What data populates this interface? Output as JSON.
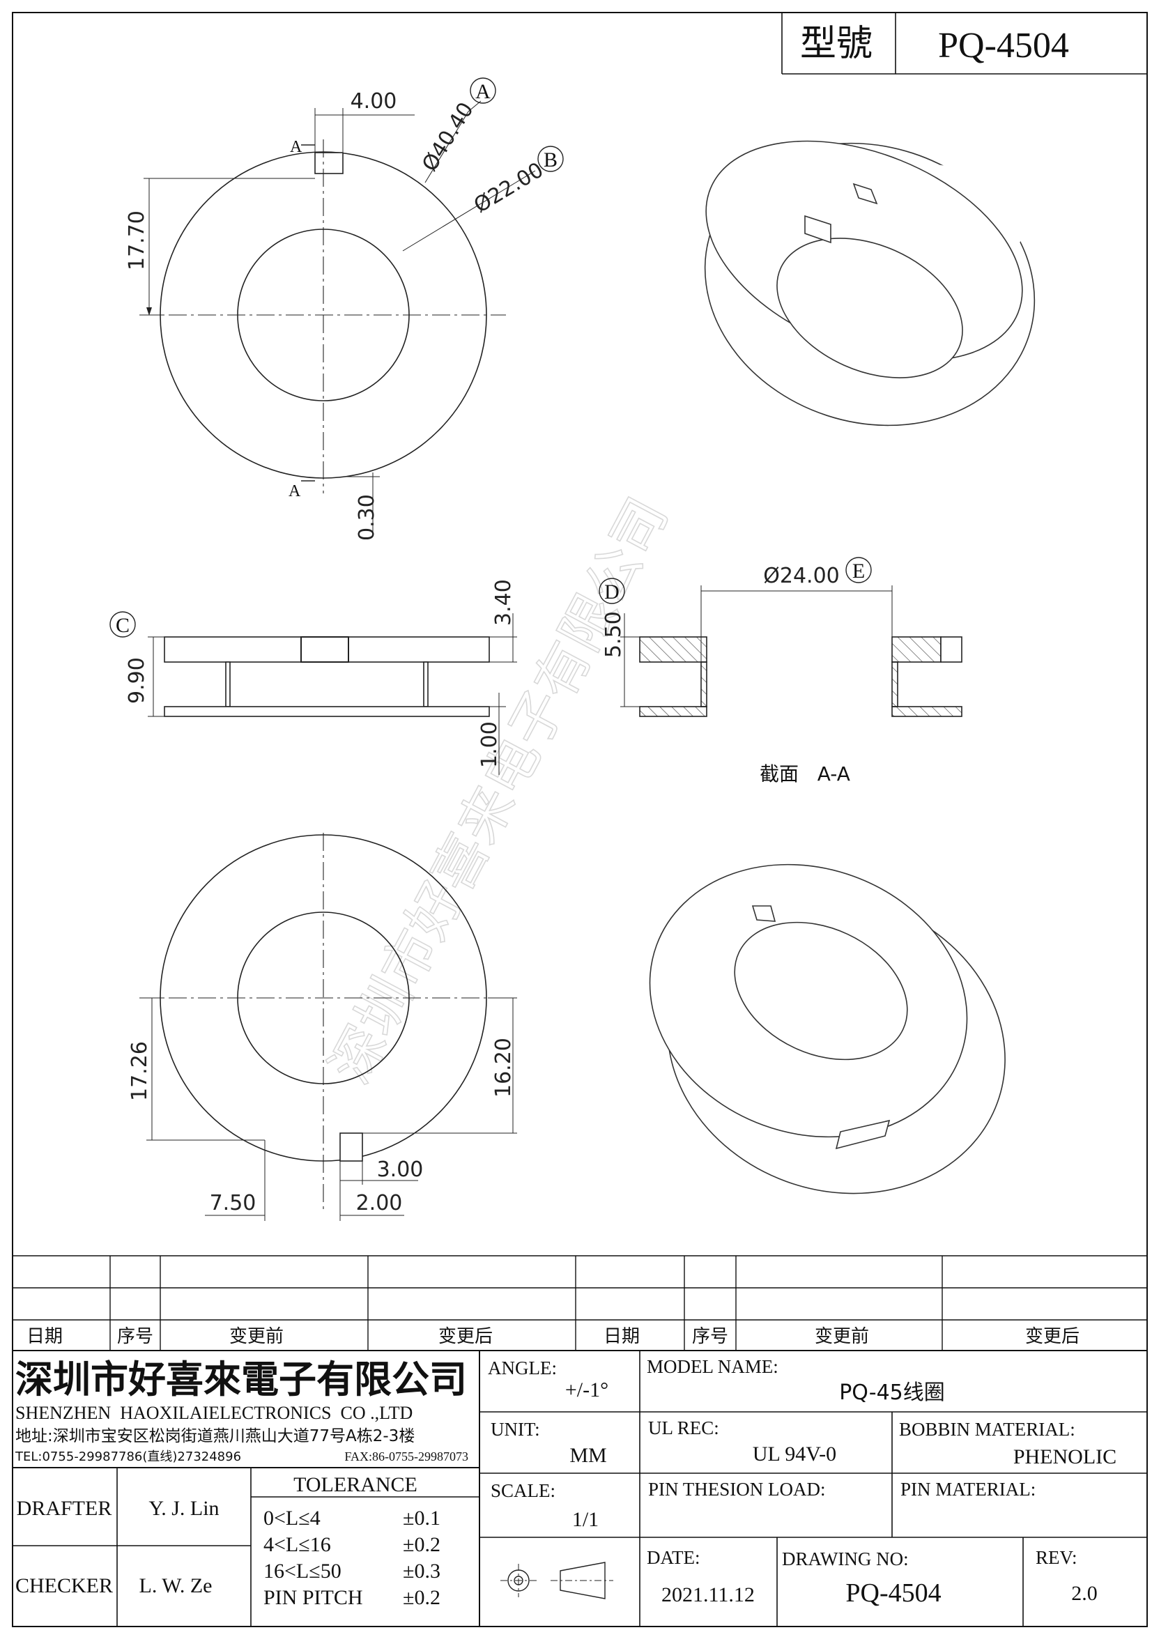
{
  "header": {
    "model_label": "型號",
    "model_value": "PQ-4504"
  },
  "watermark": "深圳市好喜来电子有限公司",
  "views": {
    "top": {
      "callout_a": "A",
      "callout_b": "B",
      "dim_slot_width": "4.00",
      "dim_outer_dia": "Ø40.40",
      "dim_inner_dia": "Ø22.00",
      "dim_slot_depth": "17.70",
      "dim_offset": "0.30",
      "section_label_top": "A",
      "section_label_bottom": "A"
    },
    "side": {
      "callout": "C",
      "dim_height": "9.90",
      "dim_flange_top": "3.40",
      "dim_flange_bottom": "1.00"
    },
    "section": {
      "callout_d": "D",
      "callout_e": "E",
      "dim_bore": "Ø24.00",
      "dim_depth": "5.50",
      "caption": "截面   A-A"
    },
    "bottom": {
      "dim_left_height": "17.26",
      "dim_right_height": "16.20",
      "dim_slot_depth": "3.00",
      "dim_offset": "7.50",
      "dim_slot_width": "2.00"
    }
  },
  "revision_table": {
    "headers": [
      "日期",
      "序号",
      "变更前",
      "变更后",
      "日期",
      "序号",
      "变更前",
      "变更后"
    ]
  },
  "title_block": {
    "company_cn": "深圳市好喜來電子有限公司",
    "company_en": "SHENZHEN  HAOXILAIELECTRONICS  CO .,LTD",
    "address": "地址:深圳市宝安区松岗街道燕川燕山大道77号A栋2-3楼",
    "tel": "TEL:0755-29987786(直线)27324896",
    "fax": "FAX:86-0755-29987073",
    "drafter_label": "DRAFTER",
    "drafter_value": "Y. J. Lin",
    "checker_label": "CHECKER",
    "checker_value": "L. W. Ze",
    "tolerance_title": "TOLERANCE",
    "tolerance_rows": [
      {
        "range": "0<L≤4",
        "value": "±0.1"
      },
      {
        "range": "4<L≤16",
        "value": "±0.2"
      },
      {
        "range": "16<L≤50",
        "value": "±0.3"
      },
      {
        "range": "PIN PITCH",
        "value": "±0.2"
      }
    ],
    "angle_label": "ANGLE:",
    "angle_value": "+/-1°",
    "unit_label": "UNIT:",
    "unit_value": "MM",
    "scale_label": "SCALE:",
    "scale_value": "1/1",
    "model_name_label": "MODEL NAME:",
    "model_name_value": "PQ-45线圈",
    "ul_rec_label": "UL REC:",
    "ul_rec_value": "UL 94V-0",
    "bobbin_material_label": "BOBBIN MATERIAL:",
    "bobbin_material_value": "PHENOLIC",
    "pin_thesion_label": "PIN THESION LOAD:",
    "pin_material_label": "PIN MATERIAL:",
    "date_label": "DATE:",
    "date_value": "2021.11.12",
    "drawing_no_label": "DRAWING NO:",
    "drawing_no_value": "PQ-4504",
    "rev_label": "REV:",
    "rev_value": "2.0"
  }
}
